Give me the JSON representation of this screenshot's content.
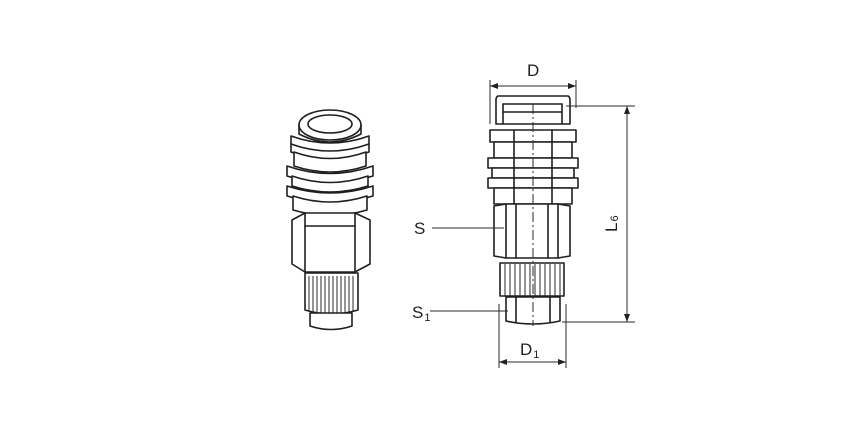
{
  "labels": {
    "d": "D",
    "s": "S",
    "l6": {
      "main": "L",
      "sub": "6"
    },
    "s1": {
      "main": "S",
      "sub": "1"
    },
    "d1": {
      "main": "D",
      "sub": "1"
    }
  }
}
